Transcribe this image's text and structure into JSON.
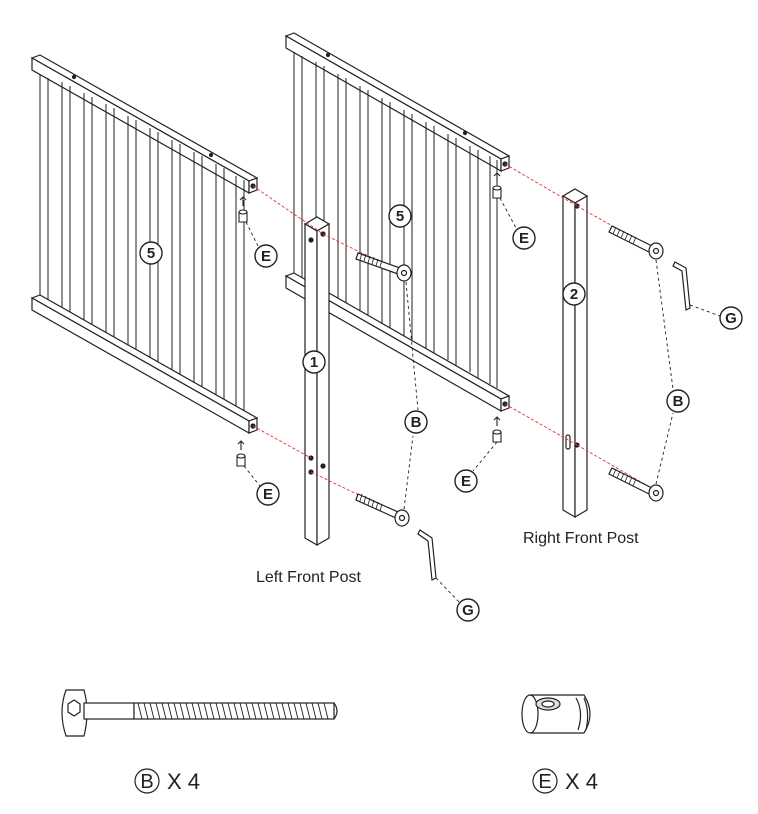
{
  "labels": {
    "left_front_post": "Left Front Post",
    "right_front_post": "Right Front Post"
  },
  "callouts": {
    "part_1": "1",
    "part_2": "2",
    "part_5": "5",
    "bolt": "B",
    "barrel_nut": "E",
    "hex_key": "G"
  },
  "parts_list": [
    {
      "letter": "B",
      "quantity": "X 4"
    },
    {
      "letter": "E",
      "quantity": "X 4"
    }
  ],
  "colors": {
    "line": "#222222",
    "guide": "#e03030"
  }
}
